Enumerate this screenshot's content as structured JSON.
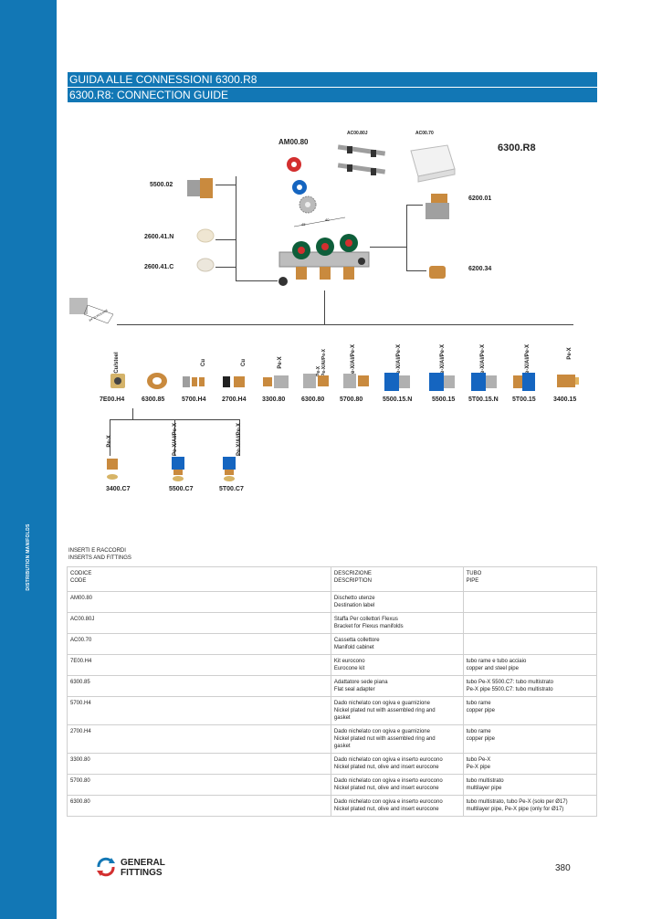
{
  "sidebar": {
    "label": "DISTRIBUTION MANIFOLDS"
  },
  "header": {
    "title_it": "GUIDA ALLE CONNESSIONI 6300.R8",
    "title_en": "6300.R8: CONNECTION GUIDE"
  },
  "diagram": {
    "product": "6300.R8",
    "labels": {
      "am": "AM00.80",
      "ac80j": "AC00.80J",
      "ac70": "AC00.70",
      "c5500": "5500.02",
      "c2600n": "2600.41.N",
      "c2600c": "2600.41.C",
      "c6200_01": "6200.01",
      "c6200_34": "6200.34"
    },
    "ruler": {
      "a": "45",
      "b": "40"
    },
    "side_ruler": "3/4\" EUROCONE",
    "bottom_pipes": [
      "Cu/steel",
      "Cu",
      "Cu",
      "Pe-X",
      "Pe-X\nPe-X/Al/Pe-X",
      "Pe-X/Al/Pe-X",
      "Pe-X/Al/Pe-X",
      "Pe-X/Al/Pe-X",
      "Pe-X/Al/Pe-X",
      "Pe-X/Al/Pe-X",
      "Pe-X"
    ],
    "bottom_codes": [
      "7E00.H4",
      "6300.85",
      "5700.H4",
      "2700.H4",
      "3300.80",
      "6300.80",
      "5700.80",
      "5500.15.N",
      "5500.15",
      "5T00.15.N",
      "5T00.15",
      "3400.15"
    ],
    "lower_pipes": [
      "Pe-X",
      "Pe-X/Al/Pe-X",
      "Pe-X/Al/Pe-X"
    ],
    "lower_codes": [
      "3400.C7",
      "5500.C7",
      "5T00.C7"
    ]
  },
  "table": {
    "title_it": "INSERTI E RACCORDI",
    "title_en": "INSERTS AND FITTINGS",
    "headers": [
      {
        "it": "CODICE",
        "en": "CODE"
      },
      {
        "it": "DESCRIZIONE",
        "en": "DESCRIPTION"
      },
      {
        "it": "TUBO",
        "en": "PIPE"
      }
    ],
    "rows": [
      {
        "code": "AM00.80",
        "desc": "Dischetto utenze\nDestination label",
        "pipe": ""
      },
      {
        "code": "AC00.80J",
        "desc": "Staffa Per collettori Flexus\nBracket for Flexus manifolds",
        "pipe": ""
      },
      {
        "code": "AC00.70",
        "desc": "Cassetta collettore\nManifold cabinet",
        "pipe": ""
      },
      {
        "code": "7E00.H4",
        "desc": "Kit eurocono\nEurocone kit",
        "pipe": "tubo rame e tubo acciaio\ncopper and steel pipe"
      },
      {
        "code": "6300.85",
        "desc": "Adattatore sede piana\nFlat seal adapter",
        "pipe": "tubo Pe-X 5500.C7: tubo multistrato\nPe-X pipe 5500.C7: tubo multistrato"
      },
      {
        "code": "5700.H4",
        "desc": "Dado nichelato con ogiva e guarnizione\nNickel plated nut with assembled ring and\ngasket",
        "pipe": "tubo rame\ncopper pipe"
      },
      {
        "code": "2700.H4",
        "desc": "Dado nichelato con ogiva e guarnizione\nNickel plated nut with assembled ring and\ngasket",
        "pipe": "tubo rame\ncopper pipe"
      },
      {
        "code": "3300.80",
        "desc": "Dado nichelato con ogiva e inserto eurocono\nNickel plated nut, olive and insert eurocone",
        "pipe": "tubo Pe-X\nPe-X pipe"
      },
      {
        "code": "5700.80",
        "desc": "Dado nichelato con ogiva e inserto eurocono\nNickel plated nut, olive and insert eurocone",
        "pipe": "tubo multistrato\nmultilayer pipe"
      },
      {
        "code": "6300.80",
        "desc": "Dado nichelato con ogiva e inserto eurocono\nNickel plated nut, olive and insert eurocone",
        "pipe": "tubo multistrato, tubo Pe-X (solo per Ø17)\nmultilayer pipe, Pe-X pipe (only for Ø17)"
      }
    ]
  },
  "footer": {
    "logo_line1": "GENERAL",
    "logo_line2": "FITTINGS",
    "page_number": "380"
  },
  "colors": {
    "accent": "#1277b5",
    "brass": "#c98a3e",
    "manifold_green": "#0e5e3a",
    "logo_red": "#d32f2f"
  }
}
